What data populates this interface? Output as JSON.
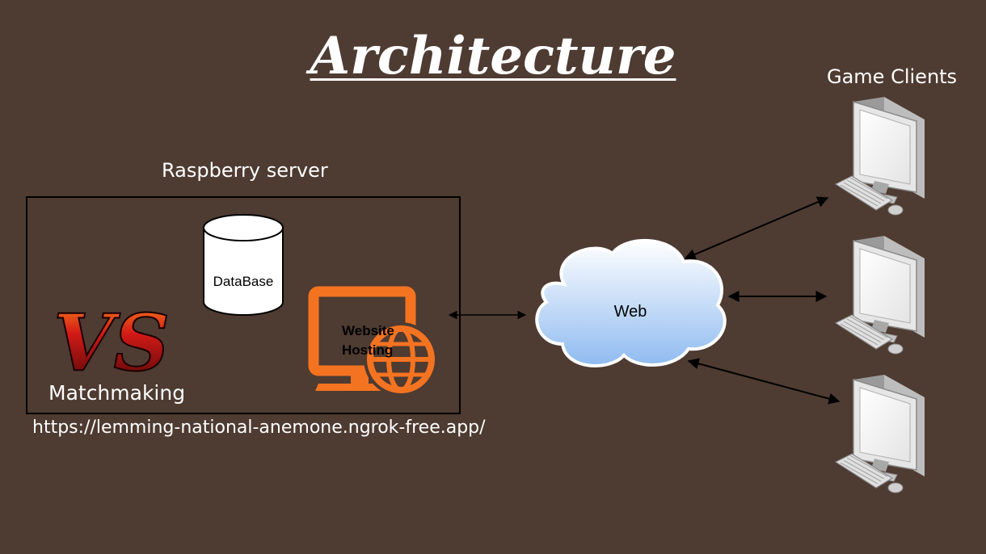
{
  "title": "Architecture",
  "server": {
    "label": "Raspberry server",
    "url": "https://lemming-national-anemone.ngrok-free.app/",
    "database_label": "DataBase",
    "matchmaking_label": "Matchmaking",
    "vs_logo_text": "VS",
    "hosting_line1": "Website",
    "hosting_line2": "Hosting"
  },
  "web": {
    "label": "Web"
  },
  "clients": {
    "label": "Game Clients",
    "count": 3
  },
  "colors": {
    "background": "#4e3b31",
    "hosting_orange": "#f47321",
    "cloud_top": "#ffffff",
    "cloud_bottom": "#8fbbf0",
    "vs_red": "#c8141b"
  },
  "icons": [
    "database-icon",
    "vs-logo",
    "website-hosting-icon",
    "cloud-icon",
    "computer-icon"
  ]
}
